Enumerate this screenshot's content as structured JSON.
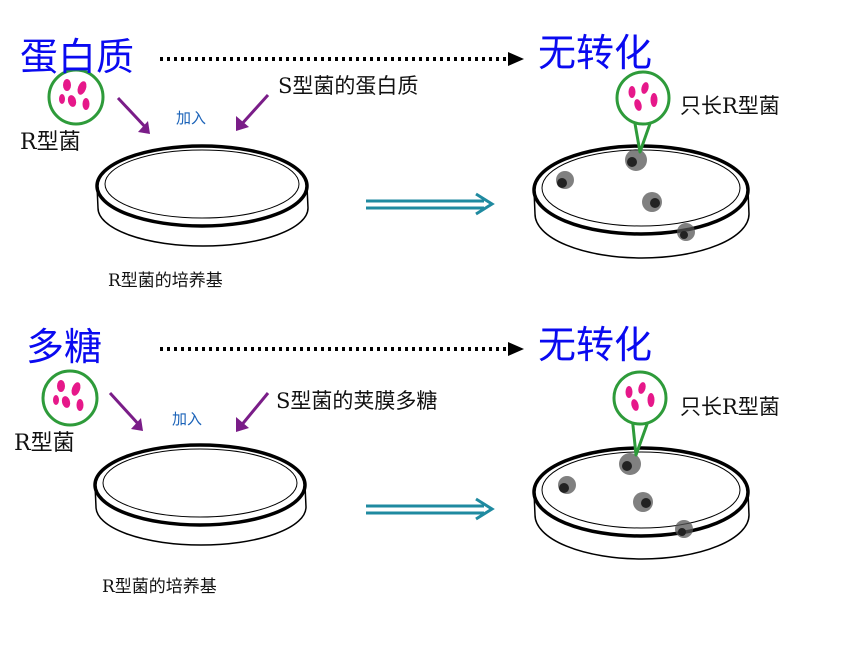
{
  "panels": [
    {
      "id": "top",
      "added_substance": "蛋白质",
      "result": "无转化",
      "r_bacteria_label": "R型菌",
      "add_label": "加入",
      "s_component_label": "S型菌的蛋白质",
      "medium_label": "R型菌的培养基",
      "growth_label": "只长R型菌"
    },
    {
      "id": "bottom",
      "added_substance": "多糖",
      "result": "无转化",
      "r_bacteria_label": "R型菌",
      "add_label": "加入",
      "s_component_label": "S型菌的荚膜多糖",
      "medium_label": "R型菌的培养基",
      "growth_label": "只长R型菌"
    }
  ],
  "colors": {
    "title_blue": "#0a0af0",
    "circle_green": "#2e9b3a",
    "bacteria_magenta": "#e6188a",
    "arrow_purple": "#7a1d88",
    "add_label_blue": "#1a62b8",
    "double_arrow_teal": "#1f8aa0"
  }
}
